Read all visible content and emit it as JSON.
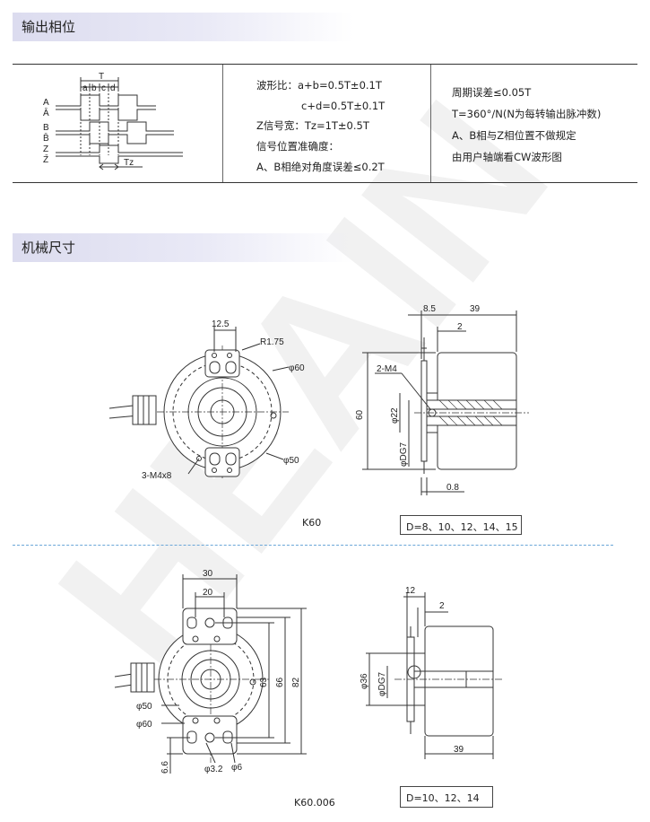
{
  "section1": {
    "title": "输出相位"
  },
  "section2": {
    "title": "机械尺寸"
  },
  "waveform": {
    "labels": [
      "A",
      "Ā",
      "B",
      "B̄",
      "Z",
      "Z̄"
    ],
    "T_label": "T",
    "segment_labels": [
      "a",
      "b",
      "c",
      "d"
    ],
    "Tz_label": "Tz"
  },
  "table": {
    "middle": [
      "波形比：a+b=0.5T±0.1T",
      "c+d=0.5T±0.1T",
      "Z信号宽：Tz=1T±0.5T",
      "信号位置准确度：",
      "A、B相绝对角度误差≤0.2T"
    ],
    "right": [
      "周期误差≤0.05T",
      "T=360°/N(N为每转输出脉冲数)",
      "A、B相与Z相位置不做规定",
      "由用户轴端看CW波形图"
    ]
  },
  "watermark": "HEAIN",
  "k60": {
    "caption": "K60",
    "d_box": "D=8、10、12、14、15",
    "front_dims": [
      "12.5",
      "R1.75",
      "φ60",
      "φ50",
      "3-M4x8"
    ],
    "side_dims": [
      "8.5",
      "39",
      "2",
      "2-M4",
      "60",
      "φ22",
      "φDG7",
      "0.8"
    ]
  },
  "k60006": {
    "caption": "K60.006",
    "d_box": "D=10、12、14",
    "front_dims": [
      "30",
      "20",
      "63",
      "66",
      "82",
      "φ50",
      "φ60",
      "6.6",
      "φ3.2",
      "φ6"
    ],
    "side_dims": [
      "12",
      "2",
      "φ36",
      "φDG7",
      "39"
    ]
  }
}
